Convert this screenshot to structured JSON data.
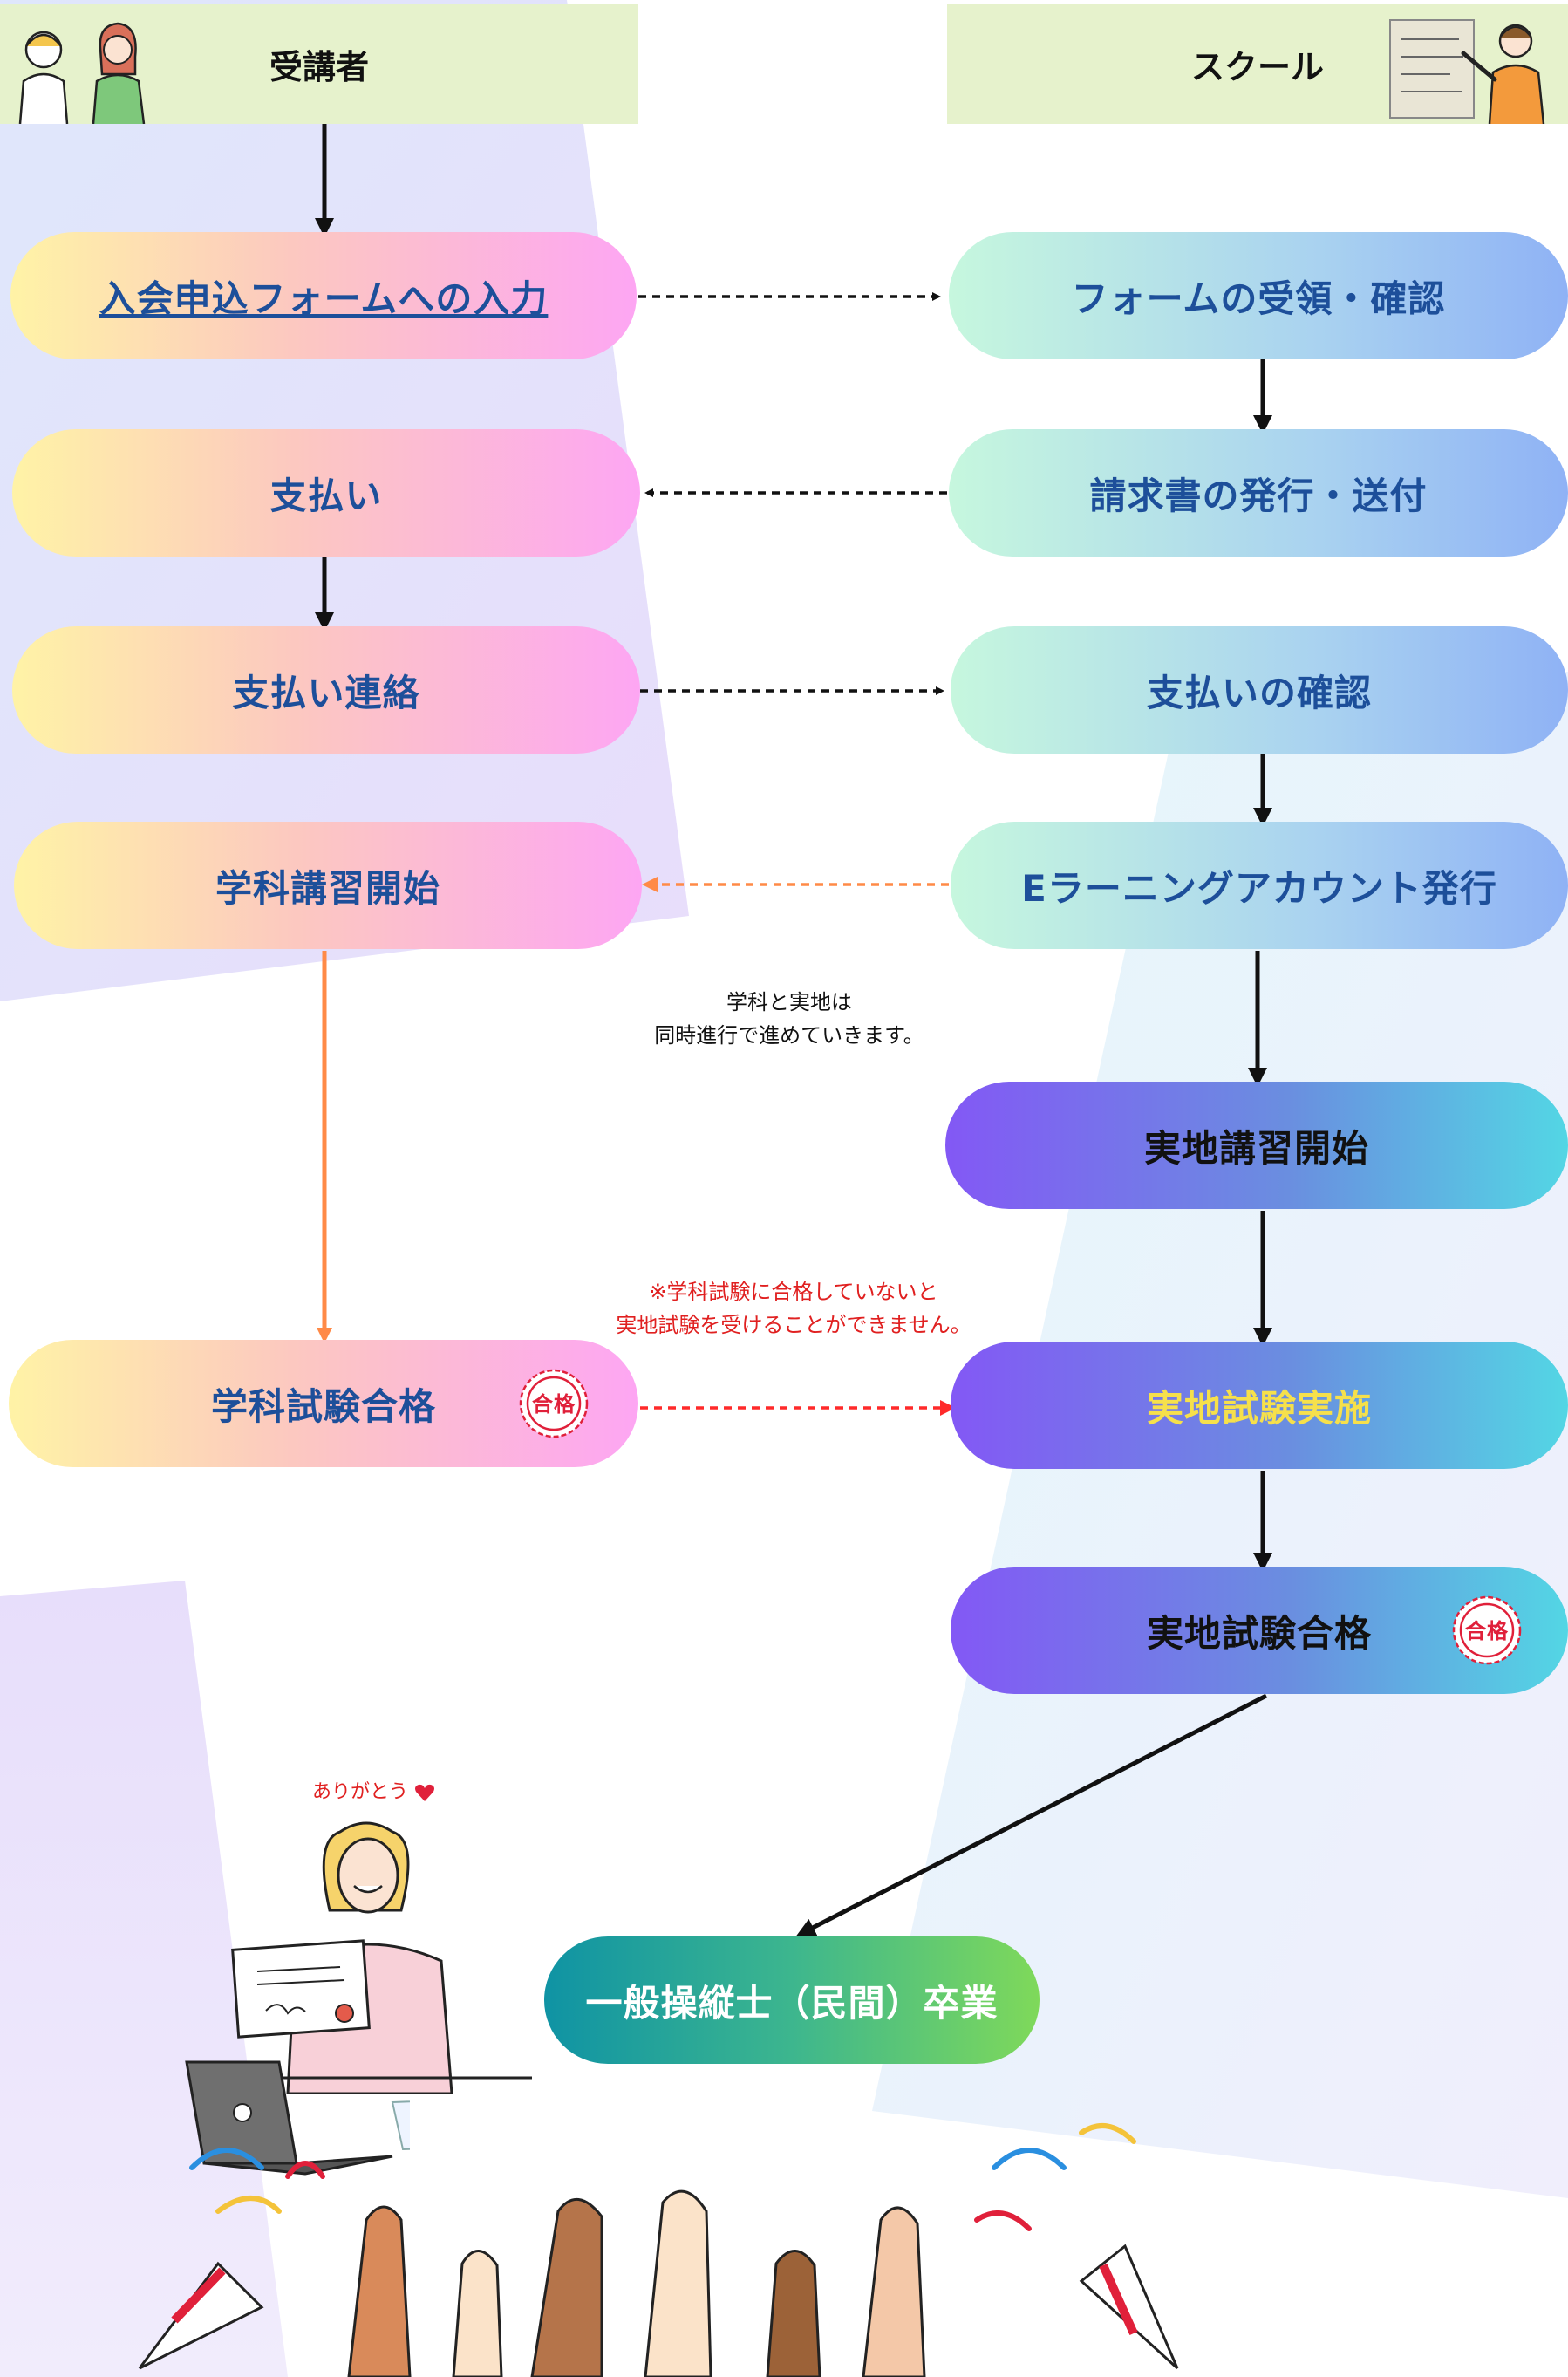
{
  "colors": {
    "header_bg": "#e6f2cc",
    "text_blue": "#1d4f9a",
    "arrow_black": "#111111",
    "arrow_orange": "#ff8a47",
    "arrow_red": "#ff2a2a",
    "note_red": "#e02020",
    "yellow_text": "#f6e04b"
  },
  "headers": {
    "student": "受講者",
    "school": "スクール"
  },
  "student_steps": {
    "form_input": "入会申込フォームへの入力",
    "payment": "支払い",
    "payment_notice": "支払い連絡",
    "theory_start": "学科講習開始",
    "theory_exam_pass": "学科試験合格"
  },
  "school_steps": {
    "form_receipt": "フォームの受領・確認",
    "invoice": "請求書の発行・送付",
    "payment_confirm": "支払いの確認",
    "elearning_account": "Eラーニングアカウント発行",
    "practical_start": "実地講習開始",
    "practical_exam": "実地試験実施",
    "practical_exam_pass": "実地試験合格"
  },
  "final_step": "一般操縦士（民間）卒業",
  "notes": {
    "parallel_line1": "学科と実地は",
    "parallel_line2": "同時進行で進めていきます。",
    "warning_line1": "※学科試験に合格していないと",
    "warning_line2": "実地試験を受けることができません。"
  },
  "seal_text": "合格",
  "thanks_text": "ありがとう",
  "icons": [
    "student-avatars-illustration",
    "teacher-illustration",
    "graduate-with-certificate-illustration",
    "heart-icon",
    "laptop-illustration",
    "clapping-hands-illustration",
    "party-popper-icon"
  ]
}
